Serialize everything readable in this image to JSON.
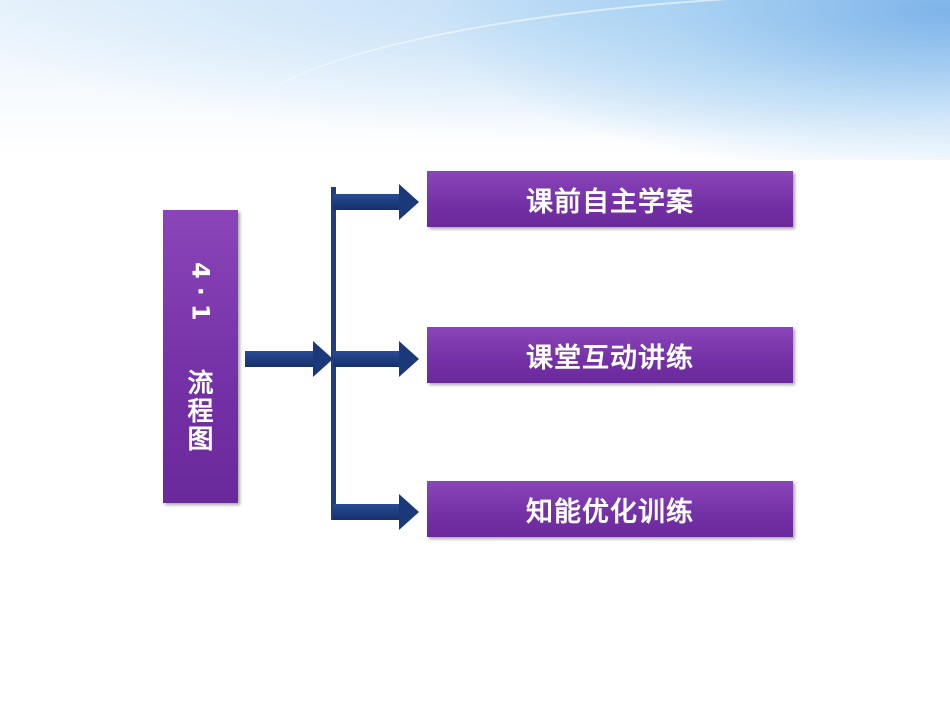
{
  "background": {
    "style": "light blue sky gradient at top"
  },
  "colors": {
    "box_fill": "#7430a6",
    "arrow_fill": "#1b3878",
    "text": "#ffffff"
  },
  "diagram": {
    "root": {
      "number": "4·1",
      "title_chars": [
        "流",
        "程",
        "图"
      ],
      "label": "4·1 流程图"
    },
    "branches": [
      {
        "label": "课前自主学案"
      },
      {
        "label": "课堂互动讲练"
      },
      {
        "label": "知能优化训练"
      }
    ]
  }
}
